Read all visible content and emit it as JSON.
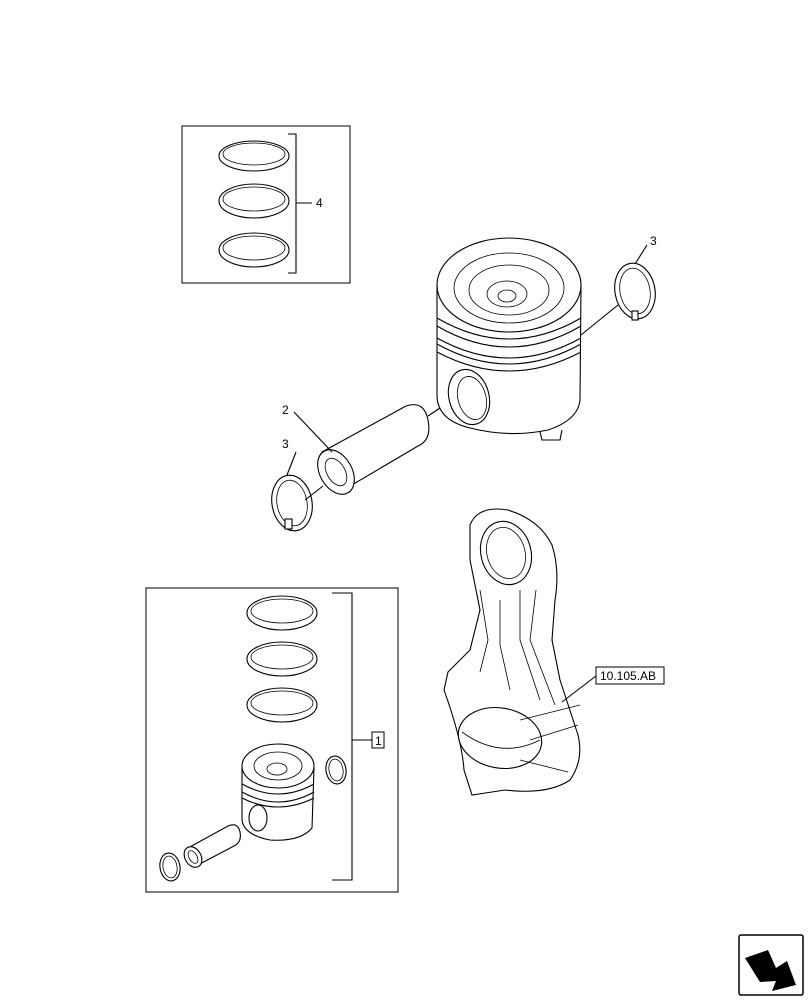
{
  "callouts": {
    "ring_set": "4",
    "circlip_top": "3",
    "piston_pin": "2",
    "circlip_bottom": "3",
    "kit": "1",
    "conrod_ref": "10.105.AB"
  },
  "icons": {
    "nav": "next-page-arrow-icon"
  }
}
